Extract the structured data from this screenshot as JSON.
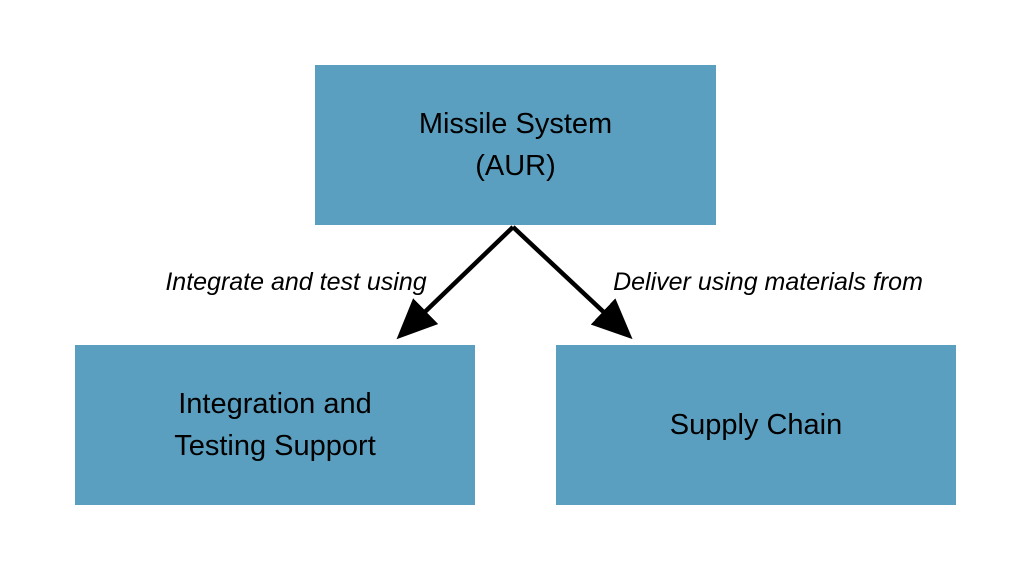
{
  "diagram": {
    "nodes": {
      "missile_system": {
        "line1": "Missile System",
        "line2": "(AUR)"
      },
      "integration_testing": {
        "line1": "Integration and",
        "line2": "Testing Support"
      },
      "supply_chain": {
        "label": "Supply Chain"
      }
    },
    "edges": {
      "to_integration": {
        "label": "Integrate and test using"
      },
      "to_supply_chain": {
        "label": "Deliver using materials from"
      }
    },
    "colors": {
      "box_fill": "#5b9fc0",
      "text": "#000000",
      "arrow": "#000000",
      "background": "#ffffff"
    }
  }
}
